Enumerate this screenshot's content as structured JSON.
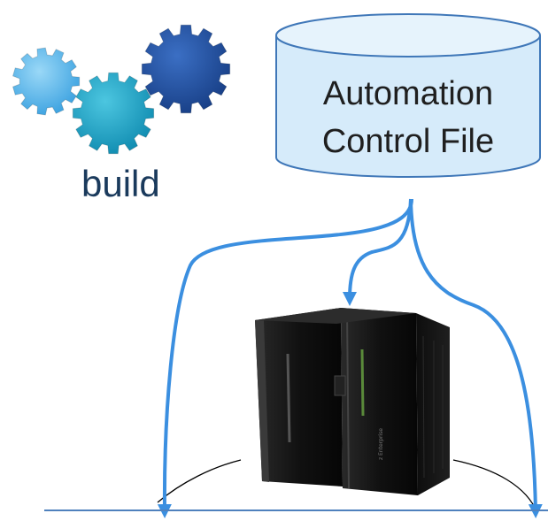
{
  "build": {
    "label": "build",
    "icon": "gears-icon",
    "gear_colors": [
      "#58b8ec",
      "#1ba3c6",
      "#1f4fa0"
    ]
  },
  "control_file": {
    "line1": "Automation",
    "line2": "Control File",
    "icon": "database-cylinder-icon",
    "fill_color": "#d6ebfa",
    "stroke_color": "#3f77b8"
  },
  "mainframe": {
    "icon": "mainframe-server-icon",
    "brand_text": "z Enterprise"
  },
  "connectors": {
    "arrow_color": "#3b8fe0",
    "arc_color": "#000000",
    "baseline_color": "#4f81bd"
  }
}
